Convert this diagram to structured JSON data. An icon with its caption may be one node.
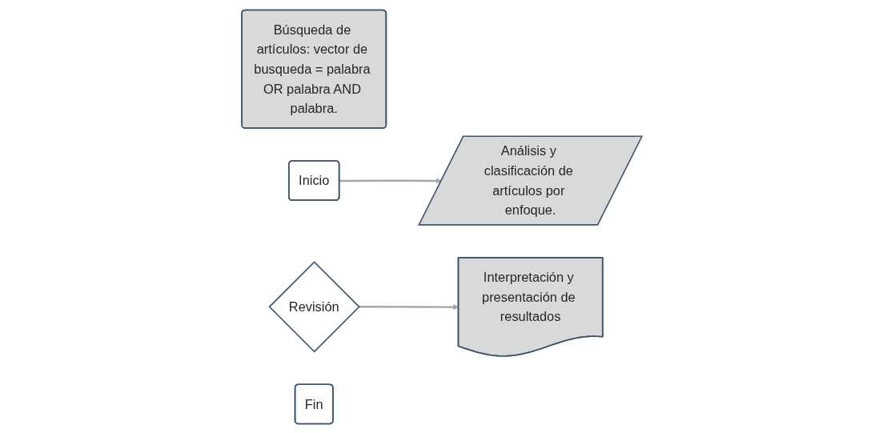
{
  "diagram": {
    "nodes": [
      {
        "text": [
          "Búsqueda de artículos: vector de busqueda = palabra OR palabra AND palabra."
        ]
      },
      {
        "text": [
          "Inicio"
        ]
      },
      {
        "text": [
          "Análisis y clasificación de artículos por enfoque."
        ]
      },
      {
        "text": [
          "Revisión"
        ]
      },
      {
        "text": [
          "Interpretación y presentación de resultados"
        ]
      },
      {
        "text": [
          "Fin"
        ]
      }
    ],
    "edges": [
      {
        "from": 1,
        "to": 2,
        "arrow": "to"
      },
      {
        "from": 3,
        "to": 4,
        "arrow": "to"
      }
    ]
  }
}
